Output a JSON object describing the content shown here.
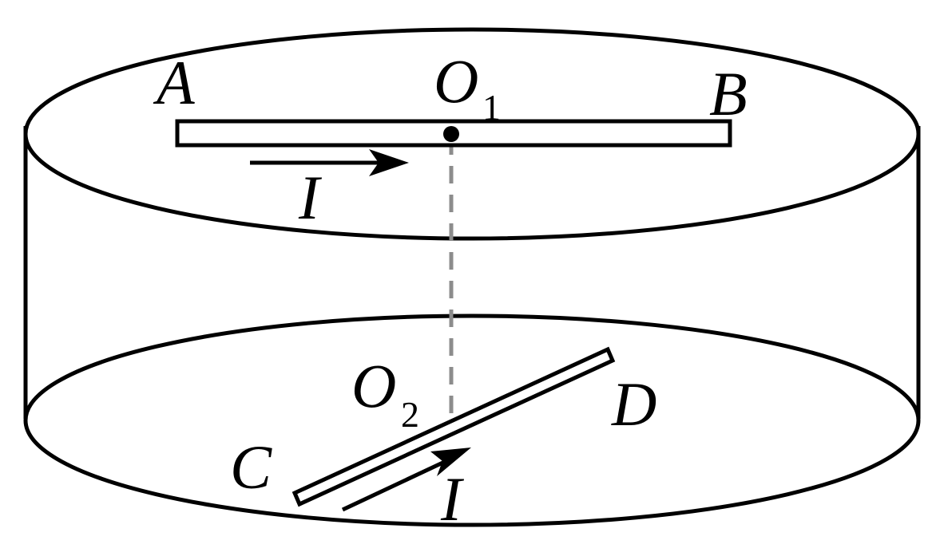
{
  "labels": {
    "A": "A",
    "B": "B",
    "O1_main": "O",
    "O1_sub": "1",
    "O2_main": "O",
    "O2_sub": "2",
    "C": "C",
    "D": "D",
    "I_top": "I",
    "I_bottom": "I"
  },
  "colors": {
    "stroke": "#000000",
    "dashed_axis": "#8c8c8c",
    "background": "#ffffff"
  }
}
